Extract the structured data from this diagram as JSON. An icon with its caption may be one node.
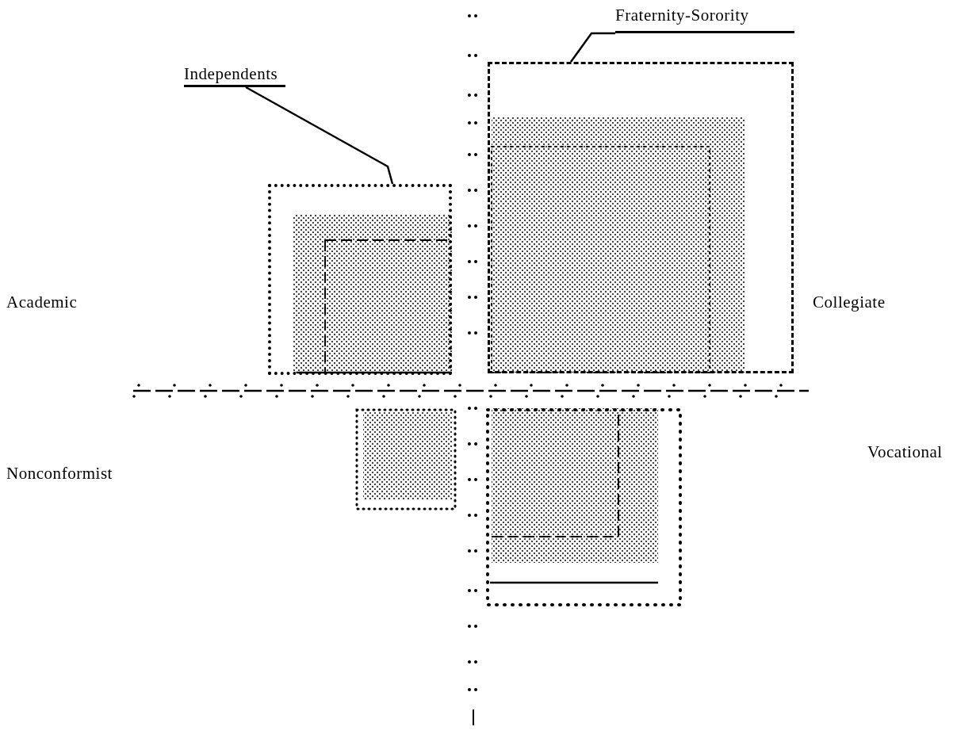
{
  "diagram": {
    "nodes": [
      {
        "text": [
          "Independents"
        ]
      },
      {
        "text": [
          "Fraternity-Sorority"
        ]
      },
      {
        "text": [],
        "shape": "box"
      },
      {
        "text": [],
        "shape": "box"
      }
    ],
    "edges": [
      {
        "from": 0,
        "to": 2,
        "arrow": "none"
      },
      {
        "from": 1,
        "to": 3,
        "arrow": "none"
      }
    ],
    "labels": [
      "Academic",
      "Collegiate",
      "Nonconformist",
      "Vocational"
    ]
  }
}
